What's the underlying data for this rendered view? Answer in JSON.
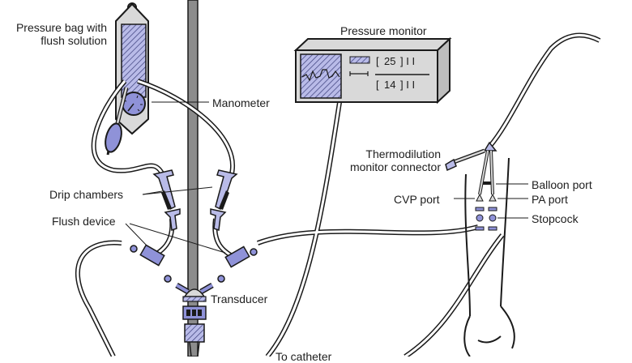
{
  "diagram": {
    "title": "Pressure monitoring system",
    "colors": {
      "line": "#1a1a1a",
      "fill_blue": "#8f92d8",
      "fill_blue_light": "#b9bbe8",
      "fill_gray": "#d9d9d9",
      "pole": "#8c8c8c"
    },
    "labels": {
      "pressure_bag_line1": "Pressure bag with",
      "pressure_bag_line2": "flush solution",
      "manometer": "Manometer",
      "pressure_monitor": "Pressure monitor",
      "drip_chambers": "Drip chambers",
      "flush_device": "Flush device",
      "transducer": "Transducer",
      "thermodilution_line1": "Thermodilution",
      "thermodilution_line2": "monitor connector",
      "balloon_port": "Balloon port",
      "cvp_port": "CVP port",
      "pa_port": "PA port",
      "stopcock": "Stopcock",
      "to_catheter": "To catheter"
    },
    "monitor": {
      "reading_top": "25",
      "reading_bottom": "14"
    }
  }
}
